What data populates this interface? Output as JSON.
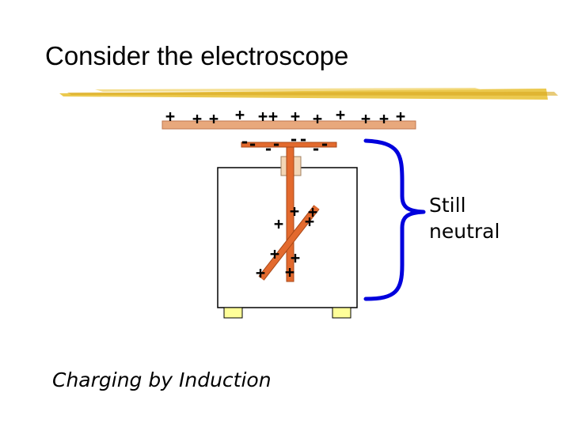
{
  "slide": {
    "title": "Consider the electroscope",
    "caption": "Charging by Induction",
    "side_label_line1": "Still",
    "side_label_line2": "neutral"
  },
  "charges": {
    "rod_top": "+",
    "rod_bottom": "-",
    "leaf": "+"
  },
  "colors": {
    "rod": "#E8A87C",
    "stem": "#E36A2E",
    "brace": "#0000DD",
    "underline": "#E8C030",
    "feet": "#FFFF99",
    "knob": "#F3D6B6"
  },
  "icons": {
    "brace": "right-curly-brace"
  }
}
